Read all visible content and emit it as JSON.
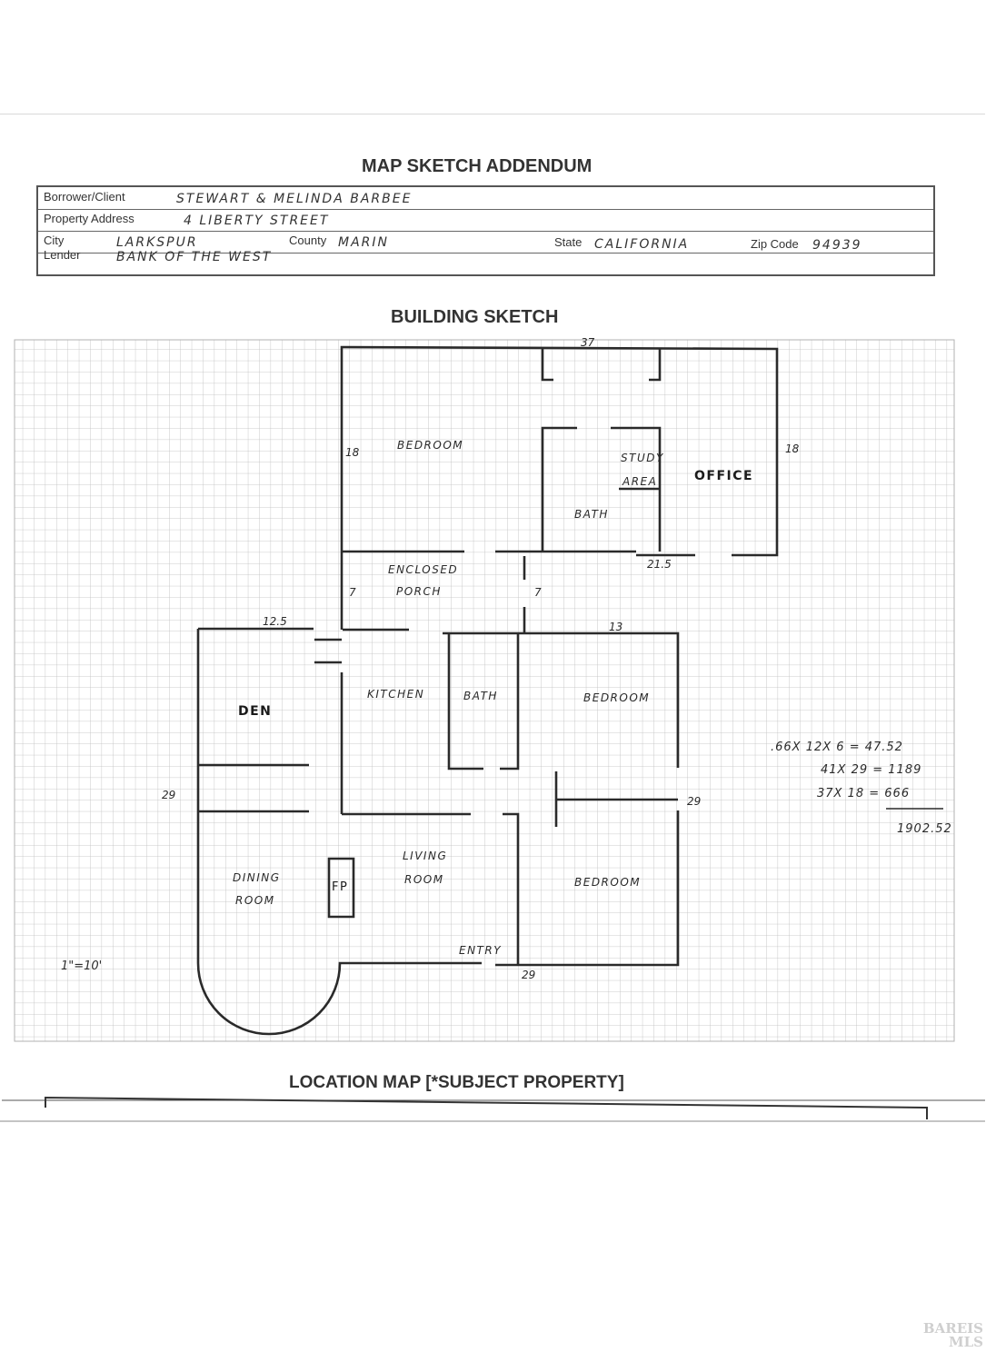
{
  "title": "MAP SKETCH ADDENDUM",
  "form": {
    "borrower_label": "Borrower/Client",
    "borrower_value": "STEWART & MELINDA BARBEE",
    "address_label": "Property Address",
    "address_value": "4 LIBERTY STREET",
    "city_label": "City",
    "city_value": "LARKSPUR",
    "county_label": "County",
    "county_value": "MARIN",
    "state_label": "State",
    "state_value": "CALIFORNIA",
    "zip_label": "Zip Code",
    "zip_value": "94939",
    "lender_label": "Lender",
    "lender_value": "BANK OF THE WEST"
  },
  "sketch_title": "BUILDING SKETCH",
  "rooms": {
    "bedroom_top": "BEDROOM",
    "study_area_1": "STUDY",
    "study_area_2": "AREA",
    "office": "OFFICE",
    "bath_top": "BATH",
    "porch_1": "ENCLOSED",
    "porch_2": "PORCH",
    "den": "DEN",
    "kitchen": "KITCHEN",
    "bath_mid": "BATH",
    "bedroom_mid": "BEDROOM",
    "dining_1": "DINING",
    "dining_2": "ROOM",
    "fireplace": "FP",
    "living_1": "LIVING",
    "living_2": "ROOM",
    "bedroom_low": "BEDROOM",
    "entry": "ENTRY"
  },
  "dimensions": {
    "top_width": "37",
    "left_height": "18",
    "right_height": "18",
    "office_bottom": "21.5",
    "porch_left": "7",
    "porch_right": "7",
    "den_top": "12.5",
    "mid_top": "13",
    "left_29": "29",
    "right_29": "29",
    "bottom_29": "29"
  },
  "scale": "1\"=10'",
  "calculations": {
    "line1": ".66X 12X 6 = 47.52",
    "line2": "41X 29 = 1189",
    "line3": "37X 18 = 666",
    "total": "1902.52"
  },
  "location_title": "LOCATION MAP [*SUBJECT PROPERTY]",
  "watermark_1": "BAREIS",
  "watermark_2": "MLS"
}
